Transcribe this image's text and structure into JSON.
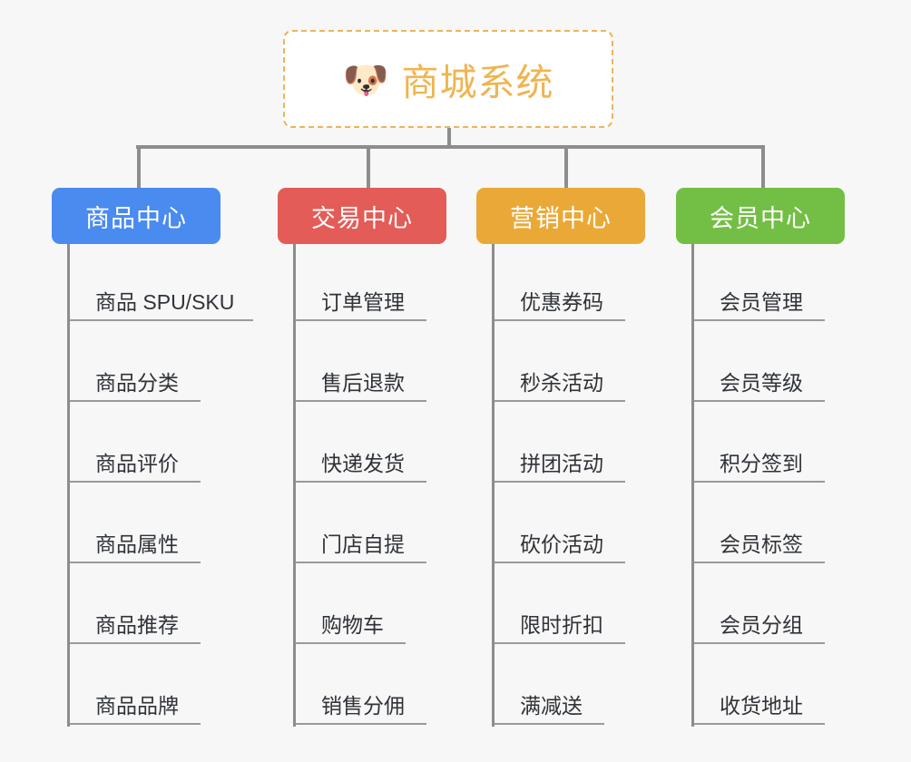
{
  "diagram": {
    "type": "organization-chart",
    "background_color": "#f7f7f7",
    "root": {
      "icon": "dog-face-emoji",
      "icon_glyph": "🐶",
      "title": "商城系统",
      "text_color": "#f0b450",
      "border_color": "#efb35a",
      "border_style": "dashed",
      "fill_color": "#ffffff"
    },
    "connector_color": "#8d8d8d",
    "columns": [
      {
        "id": "product-center",
        "label": "商品中心",
        "color": "#4a8bf0",
        "items": [
          "商品 SPU/SKU",
          "商品分类",
          "商品评价",
          "商品属性",
          "商品推荐",
          "商品品牌"
        ]
      },
      {
        "id": "trade-center",
        "label": "交易中心",
        "color": "#e45c57",
        "items": [
          "订单管理",
          "售后退款",
          "快递发货",
          "门店自提",
          "购物车",
          "销售分佣"
        ]
      },
      {
        "id": "marketing-center",
        "label": "营销中心",
        "color": "#eaa937",
        "items": [
          "优惠券码",
          "秒杀活动",
          "拼团活动",
          "砍价活动",
          "限时折扣",
          "满减送"
        ]
      },
      {
        "id": "member-center",
        "label": "会员中心",
        "color": "#73bf45",
        "items": [
          "会员管理",
          "会员等级",
          "积分签到",
          "会员标签",
          "会员分组",
          "收货地址"
        ]
      }
    ]
  }
}
